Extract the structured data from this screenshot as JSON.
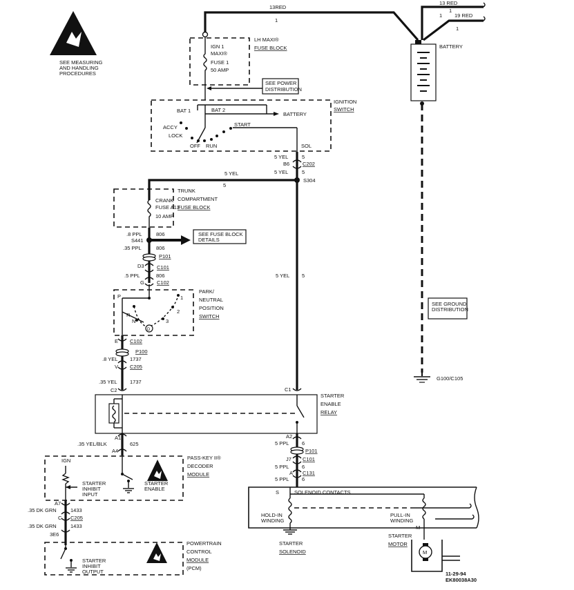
{
  "esd_notes": [
    {
      "lines": [
        "SEE MEASURING",
        "AND HANDLING",
        "PROCEDURES"
      ]
    }
  ],
  "power": {
    "main_wire_color": "13RED",
    "main_wire_circuit": "1",
    "battery_wire_1_color": "13 RED",
    "battery_wire_2_color": "19 RED",
    "battery_wire_2_circuit_left": "1",
    "battery_wire_1_circuit": "1",
    "battery_wire_2_circuit": "1",
    "battery_label": "BATTERY"
  },
  "lh_maxi": {
    "title_lines": [
      "LH MAXI®",
      "FUSE BLOCK"
    ],
    "fuse_lines": [
      "IGN 1",
      "MAXI®",
      "FUSE 1",
      "50 AMP"
    ]
  },
  "see_power_dist": [
    "SEE POWER",
    "DISTRIBUTION"
  ],
  "ignition_switch": {
    "title_lines": [
      "IGNITION",
      "SWITCH"
    ],
    "bat1": "BAT 1",
    "bat2": "BAT 2",
    "battery": "BATTERY",
    "accy": "ACCY",
    "lock": "LOCK",
    "off": "OFF",
    "run": "RUN",
    "start": "START",
    "sol": "SOL"
  },
  "yel_circuit": {
    "wire_a_color": "5 YEL",
    "wire_a_circuit": "5",
    "conn_b6": "B6",
    "conn_c202": "C202",
    "wire_b_color": "5 YEL",
    "wire_b_circuit": "5",
    "splice": "S304",
    "branch_color": "5 YEL",
    "branch_circuit": "5",
    "vertical_color": "5 YEL",
    "vertical_circuit": "5"
  },
  "trunk_fuse": {
    "title_lines": [
      "TRUNK",
      "COMPARTMENT",
      "FUSE BLOCK"
    ],
    "fuse_lines": [
      "CRANK",
      "FUSE A13",
      "10 AMP"
    ]
  },
  "ppl_circuit": {
    "w1_color": ".8 PPL",
    "w1_circuit": "806",
    "splice": "S441",
    "see_fuse_block": [
      "SEE FUSE BLOCK",
      "DETAILS"
    ],
    "w2_color": ".35 PPL",
    "w2_circuit": "806",
    "p101": "P101",
    "d3": "D3",
    "c101": "C101",
    "w3_color": ".5 PPL",
    "w3_circuit": "806",
    "g": "G",
    "c102": "C102"
  },
  "pnp_switch": {
    "title_lines": [
      "PARK/",
      "NEUTRAL",
      "POSITION",
      "SWITCH"
    ],
    "p": "P",
    "r": "R",
    "n": "N",
    "d": "D",
    "one": "1",
    "two": "2",
    "three": "3"
  },
  "yel_1737": {
    "e": "E",
    "c102": "C102",
    "p100": "P100",
    "w1_color": ".8 YEL",
    "w1_circuit": "1737",
    "v": "V",
    "c205": "C205",
    "w2_color": ".35 YEL",
    "w2_circuit": "1737",
    "c2": "C2",
    "c1": "C1"
  },
  "relay": {
    "title_lines": [
      "STARTER",
      "ENABLE",
      "RELAY"
    ]
  },
  "relay_out": {
    "a1": "A1",
    "w_color": ".35 YEL/BLK",
    "w_circuit": "625",
    "a4": "A4",
    "a2": "A2",
    "ppl1_color": "5 PPL",
    "ppl1_circuit": "6",
    "p101": "P101",
    "j7": "J7",
    "c101": "C101",
    "ppl2_color": "5 PPL",
    "ppl2_circuit": "6",
    "a": "A",
    "c131": "C131",
    "ppl3_color": "5 PPL",
    "ppl3_circuit": "6"
  },
  "passkey": {
    "title_lines": [
      "PASS-KEY II®",
      "DECODER",
      "MODULE"
    ],
    "ign": "IGN",
    "inhibit_input": [
      "STARTER",
      "INHIBIT",
      "INPUT"
    ],
    "enable": [
      "STARTER",
      "ENABLE"
    ]
  },
  "dkgrn": {
    "a7": "A7",
    "w1_color": ".35 DK GRN",
    "w1_circuit": "1433",
    "c": "C",
    "c205": "C205",
    "w2_color": ".35 DK GRN",
    "w2_circuit": "1433",
    "e6": "3E6"
  },
  "pcm": {
    "title_lines": [
      "POWERTRAIN",
      "CONTROL",
      "MODULE",
      "(PCM)"
    ],
    "inhibit_output": [
      "STARTER",
      "INHIBIT",
      "OUTPUT"
    ]
  },
  "solenoid": {
    "s": "S",
    "contacts": "SOLENOID CONTACTS",
    "hold_in": [
      "HOLD-IN",
      "WINDING"
    ],
    "pull_in": [
      "PULL-IN",
      "WINDING"
    ],
    "m": "M",
    "title_lines": [
      "STARTER",
      "SOLENOID"
    ],
    "motor_lines": [
      "STARTER",
      "MOTOR"
    ],
    "motor_symbol": "M"
  },
  "ground": {
    "see_ground": [
      "SEE GROUND",
      "DISTRIBUTION"
    ],
    "ground_id": "G100/C105"
  },
  "footer": {
    "date": "11-29-94",
    "code": "EK80038A30"
  }
}
